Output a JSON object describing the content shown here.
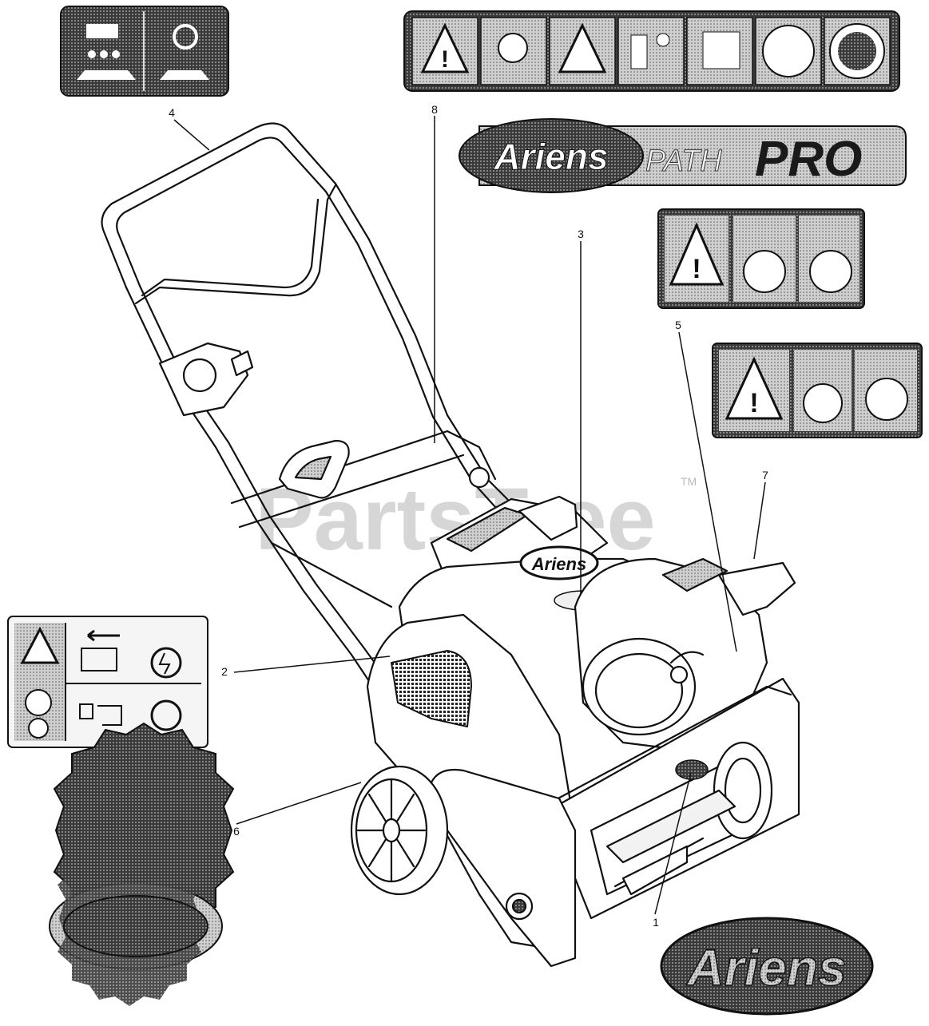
{
  "watermark": {
    "brand": "PartsTree",
    "trademark": "TM"
  },
  "callouts": [
    {
      "id": "callout-1",
      "label": "1"
    },
    {
      "id": "callout-2",
      "label": "2"
    },
    {
      "id": "callout-3",
      "label": "3"
    },
    {
      "id": "callout-4",
      "label": "4"
    },
    {
      "id": "callout-5",
      "label": "5"
    },
    {
      "id": "callout-6",
      "label": "6"
    },
    {
      "id": "callout-7",
      "label": "7"
    },
    {
      "id": "callout-8",
      "label": "8"
    }
  ],
  "decals": {
    "brand_logo_text": "Ariens",
    "model_text": "PATH",
    "model_suffix": "PRO",
    "machine_badge_text": "Ariens"
  },
  "colors": {
    "line": "#111111",
    "decal_dark": "#2a2a2a",
    "decal_mid": "#7a7a7a",
    "panel_light": "#e8e8e8",
    "watermark": "#c9c9c9"
  }
}
